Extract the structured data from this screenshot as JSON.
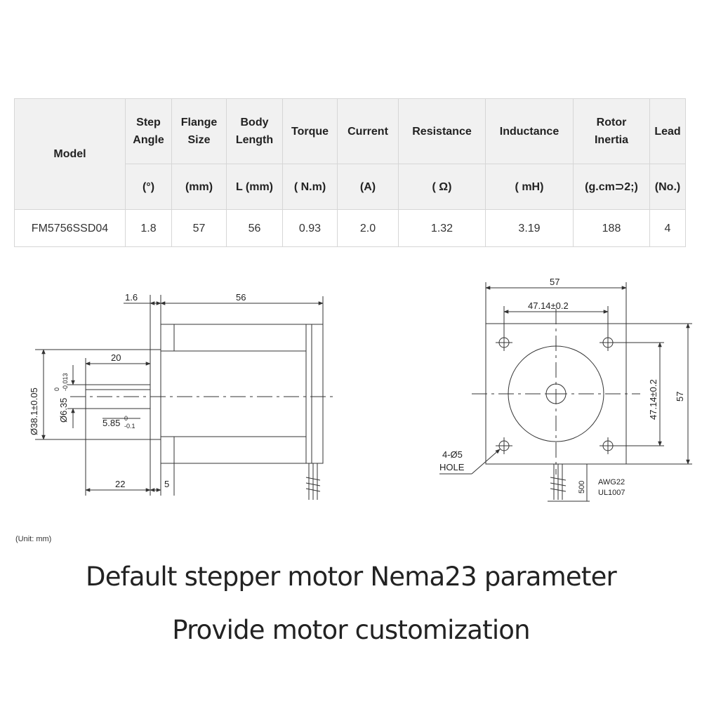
{
  "table": {
    "headers": {
      "model": "Model",
      "step_angle": "Step\nAngle",
      "flange_size": "Flange\nSize",
      "body_length": "Body\nLength",
      "torque": "Torque",
      "current": "Current",
      "resistance": "Resistance",
      "inductance": "Inductance",
      "rotor_inertia": "Rotor\nInertia",
      "lead": "Lead"
    },
    "units": {
      "step_angle": "(°)",
      "flange_size": "(mm)",
      "body_length": "L (mm)",
      "torque": "( N.m)",
      "current": "(A)",
      "resistance": "( Ω)",
      "inductance": "( mH)",
      "rotor_inertia": "(g.cm⊃2;)",
      "lead": "(No.)"
    },
    "row": {
      "model": "FM5756SSD04",
      "step_angle": "1.8",
      "flange_size": "57",
      "body_length": "56",
      "torque": "0.93",
      "current": "2.0",
      "resistance": "1.32",
      "inductance": "3.19",
      "rotor_inertia": "188",
      "lead": "4"
    }
  },
  "drawing": {
    "side_view": {
      "dim_flange_thickness": "1.6",
      "dim_body_length": "56",
      "dim_shaft_length": "20",
      "dim_pilot_diameter": "Ø38.1±0.05",
      "dim_shaft_diameter": "Ø6.35",
      "dim_shaft_diameter_tol_upper": "0",
      "dim_shaft_diameter_tol_lower": "-0.013",
      "dim_flat": "5.85",
      "dim_flat_tol_upper": "0",
      "dim_flat_tol_lower": "-0.1",
      "dim_overall_shaft": "22",
      "dim_pilot_depth": "5"
    },
    "front_view": {
      "dim_width": "57",
      "dim_hole_spacing_h": "47.14±0.2",
      "dim_hole_spacing_v": "47.14±0.2",
      "dim_height": "57",
      "hole_label_1": "4-Ø5",
      "hole_label_2": "HOLE",
      "lead_length": "500",
      "wire_gauge": "AWG22",
      "wire_standard": "UL1007"
    },
    "unit_note": "(Unit: mm)"
  },
  "captions": {
    "line1": "Default stepper motor Nema23 parameter",
    "line2": "Provide motor customization"
  }
}
